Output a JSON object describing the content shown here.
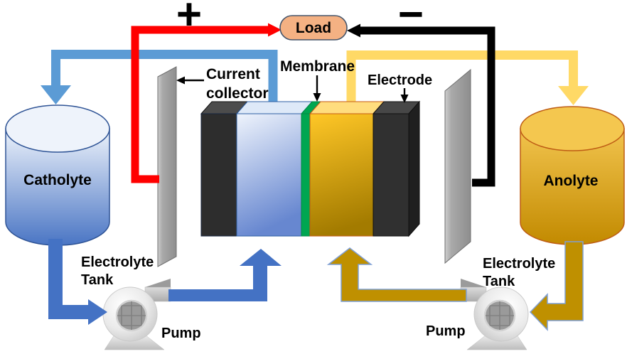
{
  "diagram": {
    "type": "redox-flow-battery-schematic",
    "labels": {
      "load": "Load",
      "polarity_positive": "+",
      "polarity_negative": "−",
      "membrane": "Membrane",
      "current_collector": {
        "line1": "Current",
        "line2": "collector"
      },
      "electrode": "Electrode",
      "catholyte": "Catholyte",
      "anolyte": "Anolyte",
      "electrolyte_tank": {
        "line1": "Electrolyte",
        "line2": "Tank"
      },
      "pump": "Pump"
    },
    "colors": {
      "positive_wire": "#FF0000",
      "negative_wire": "#000000",
      "catholyte_pump_flow": "#4472C4",
      "catholyte_return_pipe": "#5B9BD5",
      "anolyte_pump_flow": "#BF9000",
      "anolyte_return_pipe": "#FFD966",
      "membrane": "#00A651",
      "electrode_block": "#2D2D2D",
      "current_collector_plate": "#9E9E9E",
      "load_fill": "#F4B183",
      "catholyte_tank": "#4472C4",
      "anolyte_tank": "#C28A00"
    }
  }
}
